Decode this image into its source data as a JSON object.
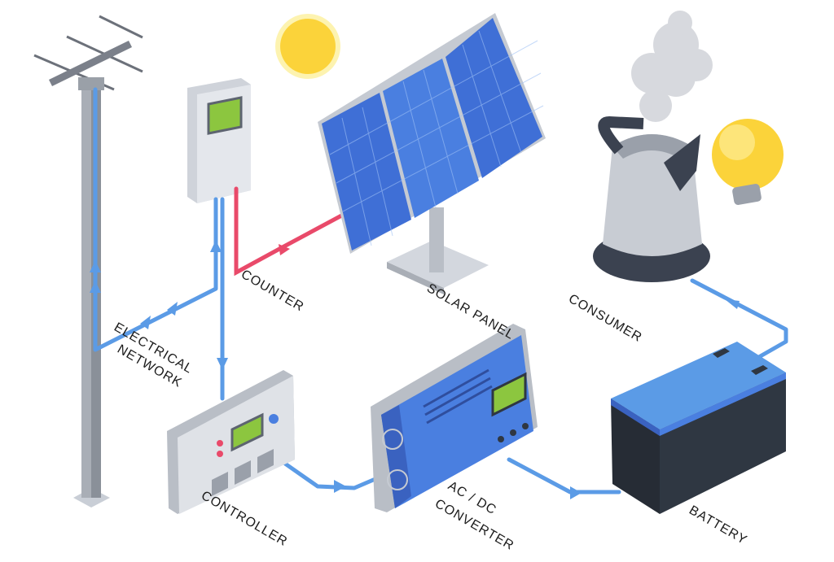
{
  "labels": {
    "counter": "COUNTER",
    "solar_panel": "SOLAR PANEL",
    "consumer": "CONSUMER",
    "electrical_network_1": "ELECTRICAL",
    "electrical_network_2": "NETWORK",
    "controller": "CONTROLLER",
    "converter_1": "AC / DC",
    "converter_2": "CONVERTER",
    "battery": "BATTERY"
  },
  "colors": {
    "wire": "#5b9be6",
    "solar_wire": "#e94a6a",
    "panel": "#3f6fd6",
    "battery_top": "#5b9be6",
    "battery_body": "#2f3742",
    "screen": "#8cc63f",
    "sun": "#fbd33a"
  }
}
